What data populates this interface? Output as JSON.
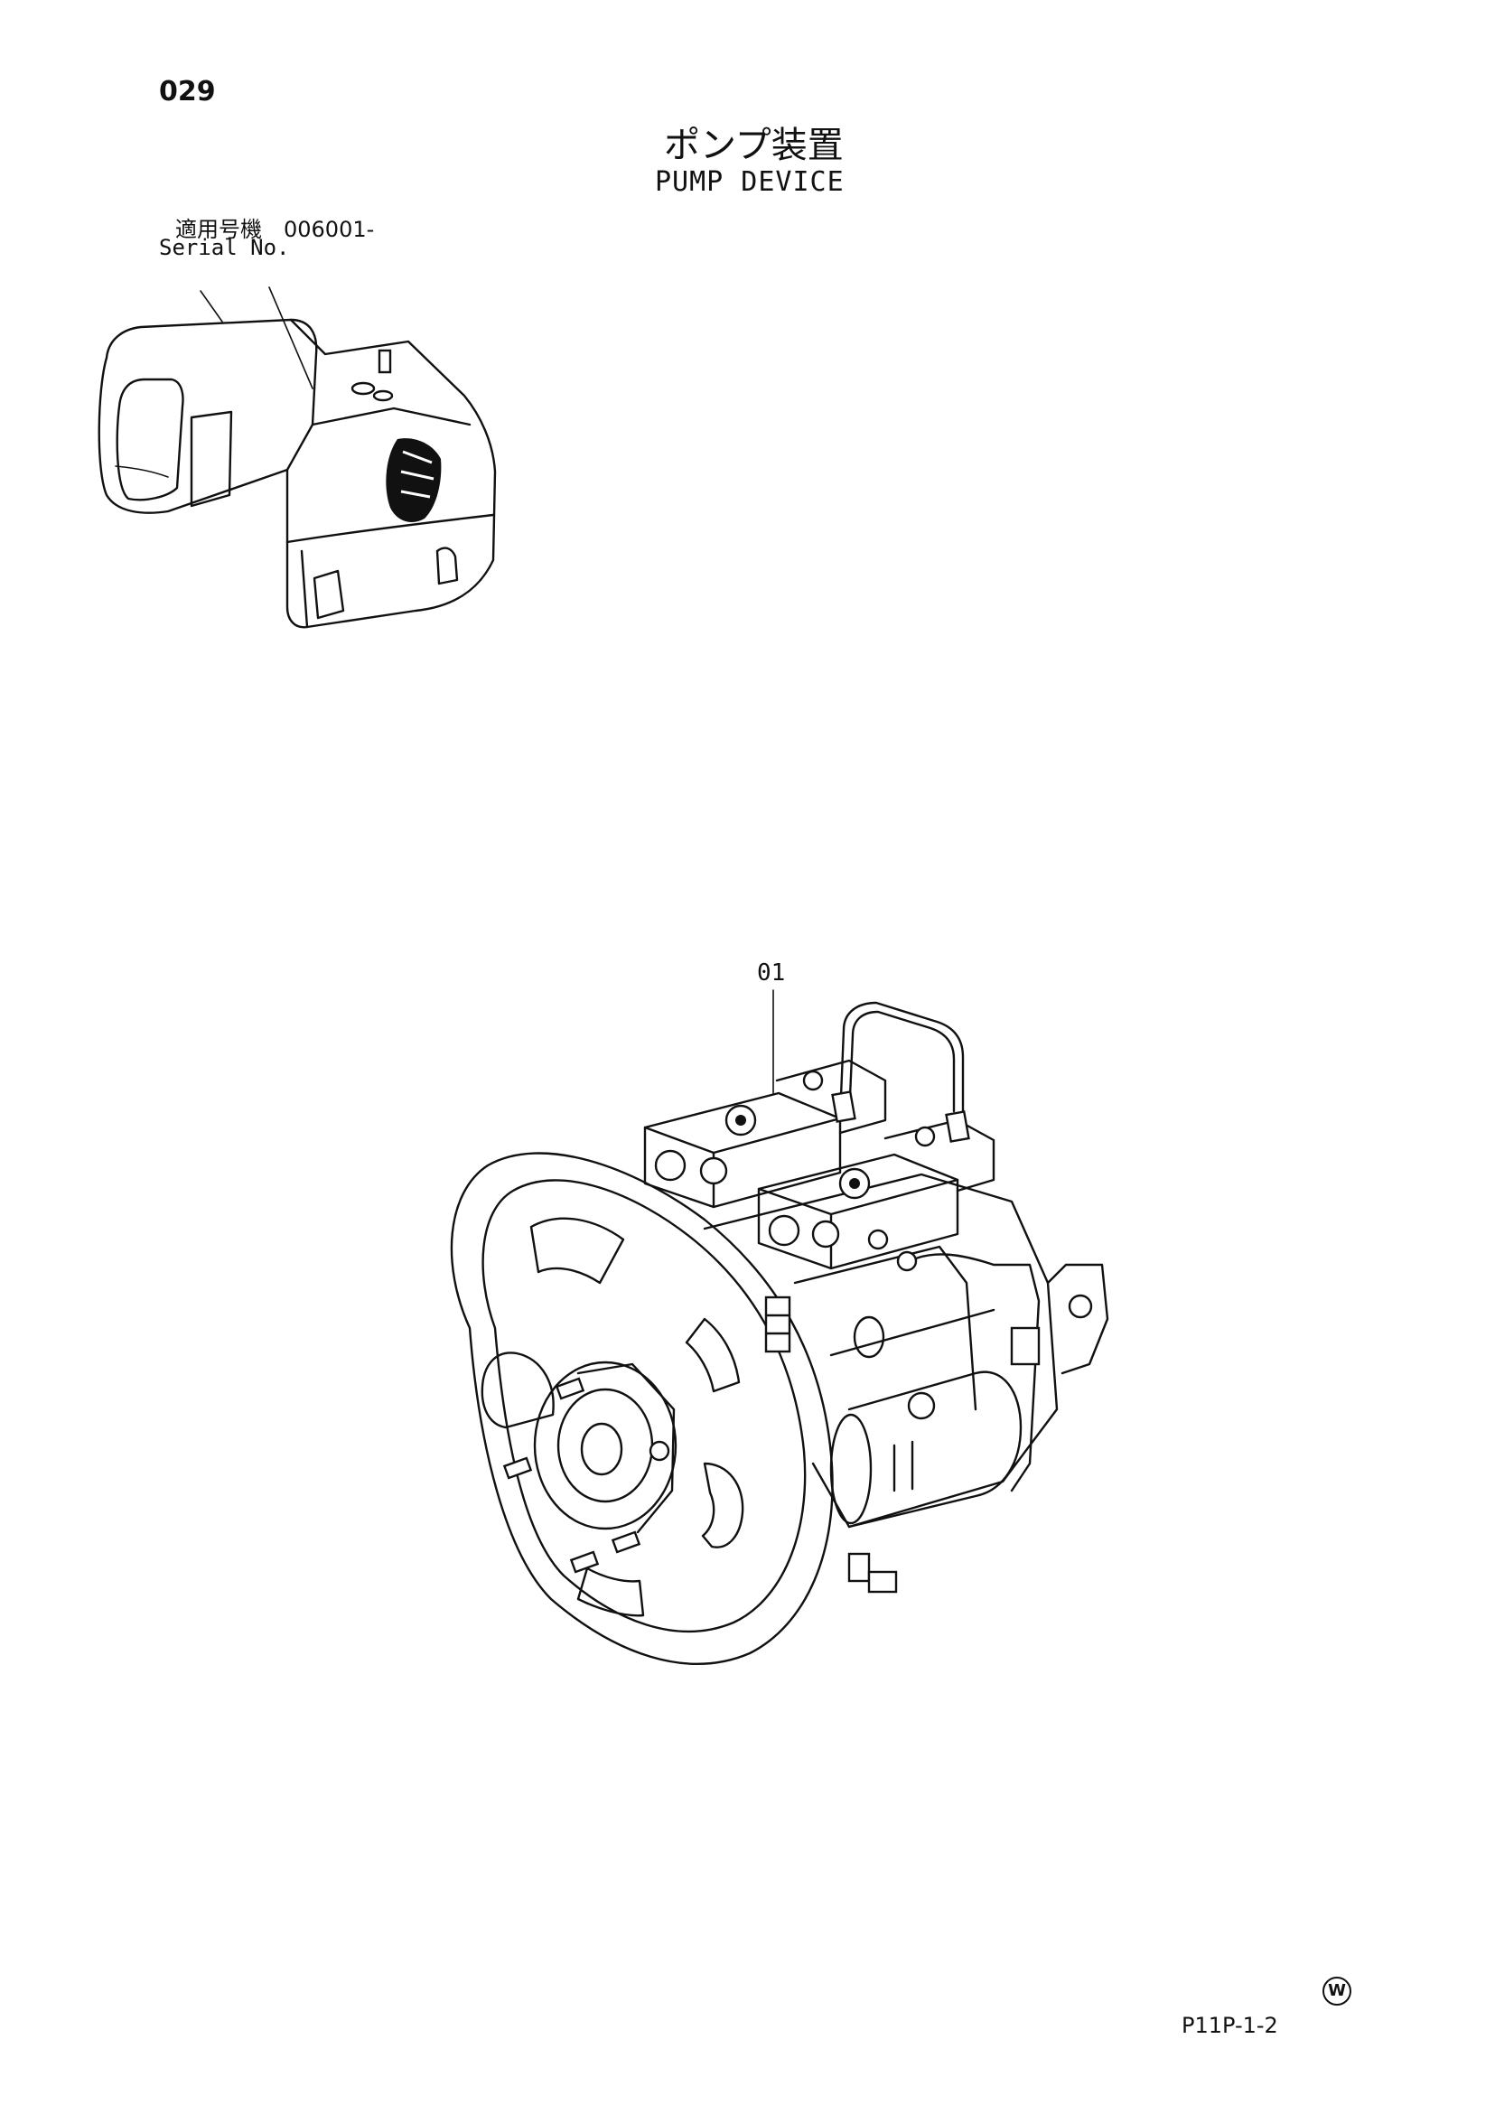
{
  "page": {
    "number": "029",
    "title_jp": "ポンプ装置",
    "title_en": "PUMP DEVICE",
    "serial_jp": "適用号機　006001-",
    "serial_en": "Serial No.",
    "figure_id": "P11P-1-2",
    "watermark_glyph": "W"
  },
  "diagram": {
    "callouts": [
      {
        "label": "01"
      }
    ],
    "icons": {
      "machine": "excavator-upper-structure-icon",
      "assembly": "pump-device-assembly-icon"
    },
    "colors": {
      "ink": "#111111",
      "paper": "#ffffff"
    }
  }
}
